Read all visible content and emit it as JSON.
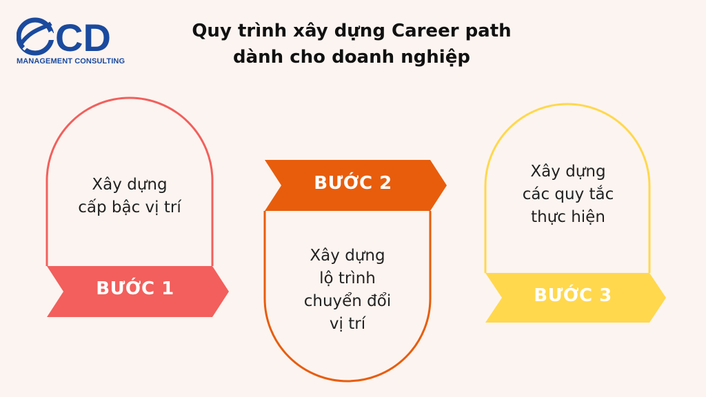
{
  "logo": {
    "mark_text": "CD",
    "subtitle": "MANAGEMENT CONSULTING",
    "brand_color": "#1a4a9e"
  },
  "title": {
    "line1": "Quy trình xây dựng Career path",
    "line2": "dành cho doanh nghiệp"
  },
  "steps": [
    {
      "label": "BƯỚC 1",
      "lines": [
        "Xây dựng",
        "cấp bậc vị trí"
      ],
      "color": "#f25f5c"
    },
    {
      "label": "BƯỚC 2",
      "lines": [
        "Xây dựng",
        "lộ trình",
        "chuyển đổi",
        "vị trí"
      ],
      "color": "#e85d0c"
    },
    {
      "label": "BƯỚC 3",
      "lines": [
        "Xây dựng",
        "các quy tắc",
        "thực hiện"
      ],
      "color": "#ffd84d"
    }
  ]
}
